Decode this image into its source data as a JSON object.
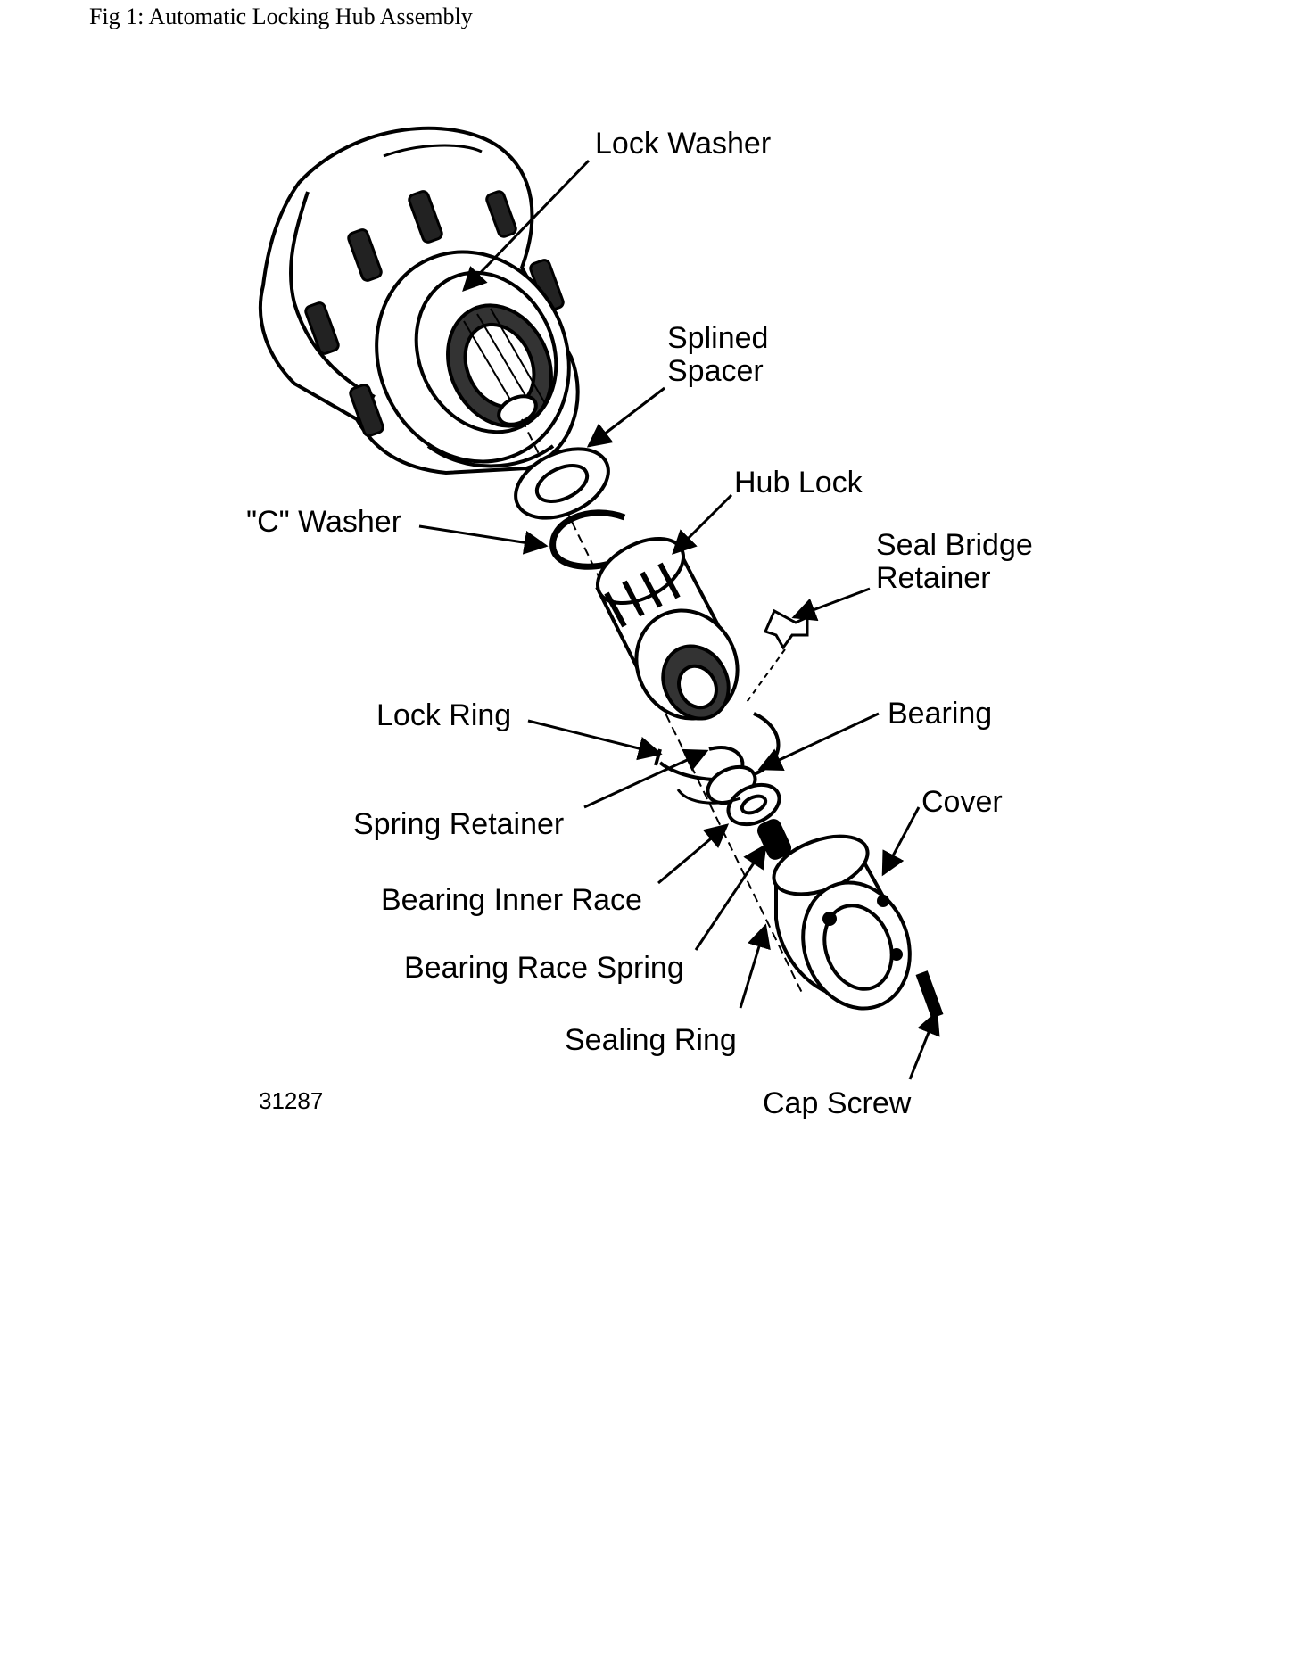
{
  "caption": "Fig 1: Automatic Locking Hub Assembly",
  "figure_number": "31287",
  "labels": {
    "lock_washer": "Lock Washer",
    "splined_spacer_1": "Splined",
    "splined_spacer_2": "Spacer",
    "hub_lock": "Hub Lock",
    "c_washer": "\"C\" Washer",
    "seal_bridge_retainer_1": "Seal Bridge",
    "seal_bridge_retainer_2": "Retainer",
    "lock_ring": "Lock Ring",
    "bearing": "Bearing",
    "cover": "Cover",
    "spring_retainer": "Spring Retainer",
    "bearing_inner_race": "Bearing Inner Race",
    "bearing_race_spring": "Bearing Race Spring",
    "sealing_ring": "Sealing Ring",
    "cap_screw": "Cap Screw"
  }
}
